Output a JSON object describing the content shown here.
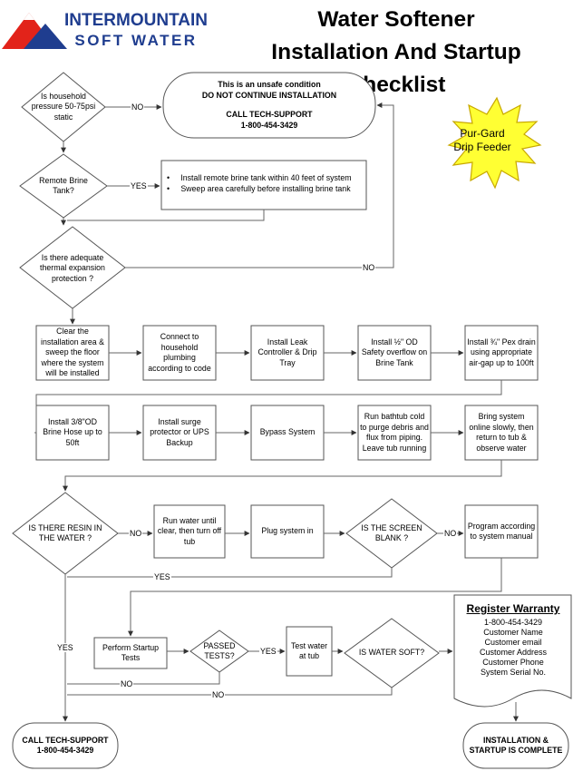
{
  "logo": {
    "name_top": "INTERMOUNTAIN",
    "name_bottom": "SOFT WATER"
  },
  "title": [
    "Water Softener",
    "Installation And Startup",
    "Checklist"
  ],
  "pressure_question": "Is household pressure 50-75psi static",
  "unsafe": {
    "line1": "This is an unsafe  condition",
    "line2": "DO NOT CONTINUE INSTALLATION",
    "line3": "CALL TECH-SUPPORT",
    "line4": "1-800-454-3429"
  },
  "burst": {
    "line1": "Pur-Gard",
    "line2": "Drip Feeder"
  },
  "brine_question": "Remote Brine Tank?",
  "brine_items": [
    "Install remote brine tank within 40 feet of system",
    "Sweep area carefully before installing brine tank"
  ],
  "thermal_question": "Is there adequate thermal expansion protection ?",
  "row1": [
    "Clear the installation area & sweep the floor where the system will be installed",
    "Connect to household plumbing according to code",
    "Install Leak Controller & Drip Tray",
    "Install ½\" OD Safety overflow on Brine Tank",
    "Install ¾\" Pex drain using appropriate air-gap up to 100ft"
  ],
  "row2": [
    "Install 3/8\"OD Brine Hose up to 50ft",
    "Install surge protector or UPS Backup",
    "Bypass System",
    "Run bathtub cold to purge debris and flux from piping. Leave tub running",
    "Bring system online slowly, then return to tub & observe water"
  ],
  "resin_question": "IS THERE RESIN IN THE WATER ?",
  "run_water": "Run water until clear, then turn off tub",
  "plug_in": "Plug system in",
  "screen_question": "IS THE SCREEN BLANK ?",
  "program": "Program according to system manual",
  "perform_tests": "Perform Startup Tests",
  "passed_question": "PASSED TESTS?",
  "test_water": "Test water at tub",
  "soft_question": "IS WATER SOFT?",
  "warranty": {
    "title": "Register Warranty",
    "lines": [
      "1-800-454-3429",
      "Customer Name",
      "Customer email",
      "Customer Address",
      "Customer Phone",
      "System Serial No."
    ]
  },
  "call_support": {
    "line1": "CALL TECH-SUPPORT",
    "line2": "1-800-454-3429"
  },
  "complete": {
    "line1": "INSTALLATION &",
    "line2": "STARTUP IS COMPLETE"
  },
  "labels": {
    "no": "NO",
    "yes": "YES"
  },
  "colors": {
    "logo_red": "#e2231a",
    "logo_blue": "#1f3d8f",
    "burst_fill": "#ffff33",
    "burst_stroke": "#c8a800"
  }
}
